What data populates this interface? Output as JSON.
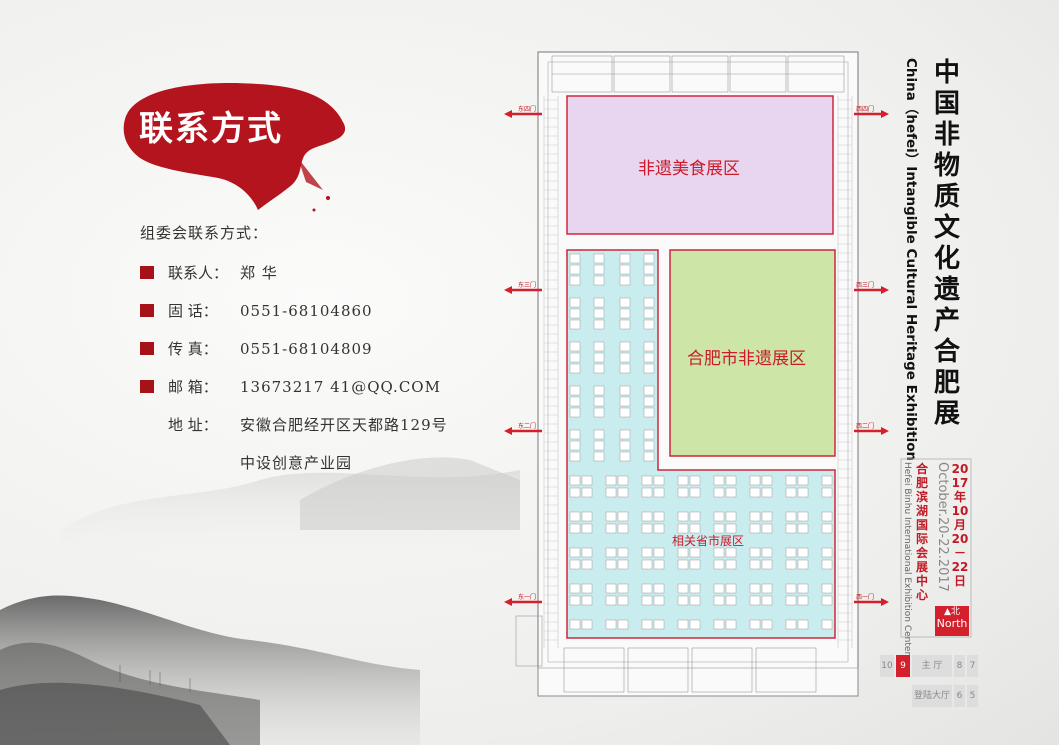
{
  "brush_title": "联系方式",
  "contact": {
    "heading": "组委会联系方式：",
    "rows": [
      {
        "label": "联系人：",
        "value": "郑  华"
      },
      {
        "label": "固  话：",
        "value": "0551-68104860"
      },
      {
        "label": "传  真：",
        "value": "0551-68104809"
      },
      {
        "label": "邮  箱：",
        "value": "13673217 41@QQ.COM"
      },
      {
        "label": "地  址：",
        "value": "安徽合肥经开区天都路129号"
      },
      {
        "label": "",
        "value": "中设创意产业园"
      }
    ]
  },
  "zones": {
    "food": "非遗美食展区",
    "hefei": "合肥市非遗展区",
    "province": "相关省市展区"
  },
  "gates": {
    "east4": "东四门",
    "east3": "东三门",
    "east2": "东二门",
    "east1": "东一门",
    "west4": "西四门",
    "west3": "西三门",
    "west2": "西二门",
    "west1": "西一门"
  },
  "title": {
    "cn": "中国非物质文化遗产合肥展",
    "en": "China（hefei）Intangible Cultural Heritage Exhibition"
  },
  "venue": {
    "cn": "合肥滨湖国际会展中心",
    "en": "Hefei Binhu International Exhibition Center"
  },
  "date": {
    "cn": "2017年10月20－22日",
    "en": "October.20-22.2017"
  },
  "north": {
    "cn": "北",
    "en": "North"
  },
  "hall_legend": {
    "cells": [
      "10",
      "9",
      "主 厅",
      "8",
      "7",
      "登陆大厅",
      "6",
      "5"
    ],
    "active": "9"
  },
  "colors": {
    "accent_red": "#cc1a2a",
    "food_zone": "#e8d6f0",
    "hefei_zone": "#cde6a8",
    "province_zone": "#c9ecef"
  }
}
